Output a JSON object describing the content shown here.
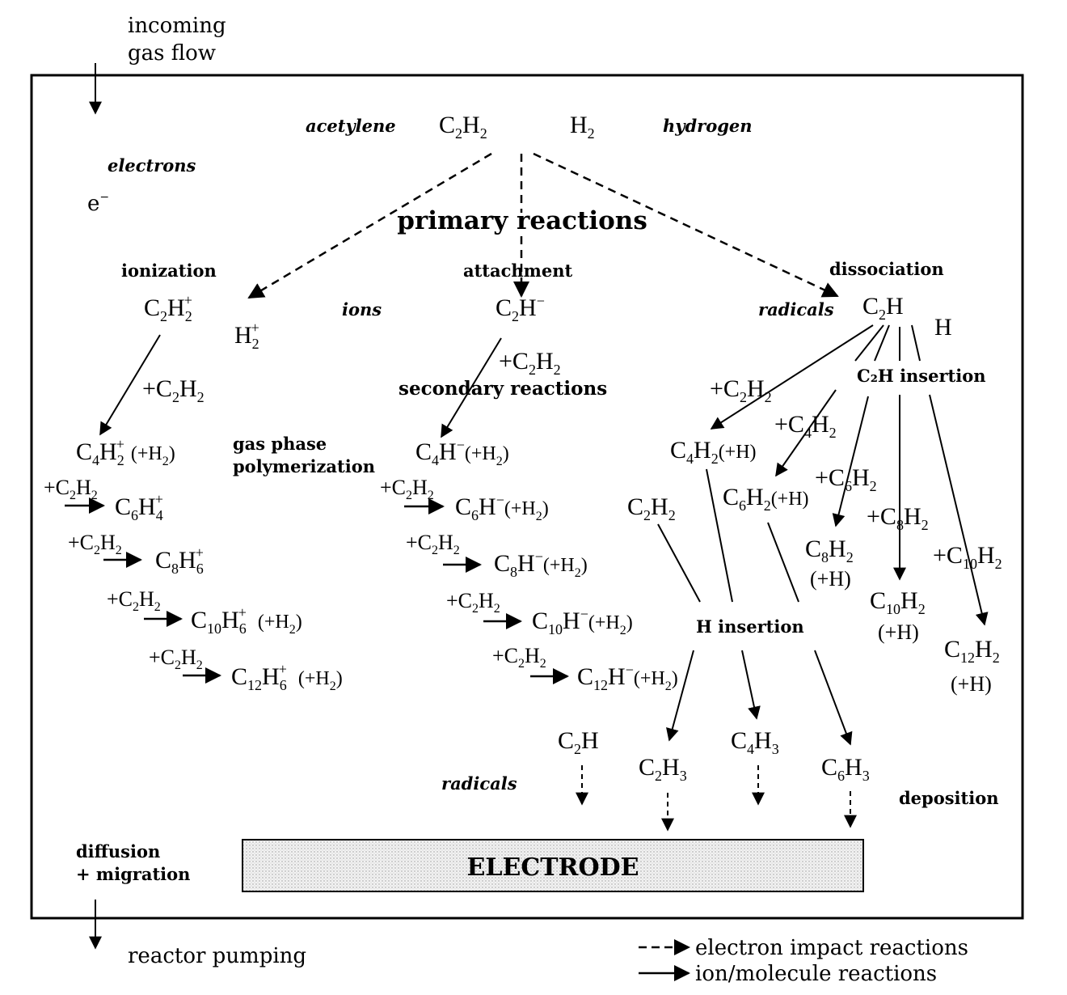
{
  "labels": {
    "incoming_1": "incoming",
    "incoming_2": "gas flow",
    "acetylene": "acetylene",
    "hydrogen": "hydrogen",
    "electrons": "electrons",
    "electron_symbol": "e",
    "electron_charge": "−",
    "primary_reactions": "primary reactions",
    "ionization": "ionization",
    "attachment": "attachment",
    "dissociation": "dissociation",
    "ions": "ions",
    "radicals_top": "radicals",
    "secondary_reactions": "secondary reactions",
    "gas_phase_1": "gas phase",
    "gas_phase_2": "polymerization",
    "c2h_insertion": "C₂H insertion",
    "h_insertion": "H insertion",
    "radicals_bottom": "radicals",
    "deposition": "deposition",
    "diffusion_1": "diffusion",
    "diffusion_2": "+ migration",
    "electrode": "ELECTRODE",
    "reactor_pumping": "reactor pumping"
  },
  "species": {
    "C": "C",
    "H": "H",
    "H2": "H",
    "plus": "+",
    "minus": "−",
    "plusH2": "(+H",
    "plusH": "(+H)",
    "close": ")",
    "sub2": "2",
    "sub3": "3",
    "sub4": "4",
    "sub6": "6",
    "sub8": "8",
    "sub10": "10",
    "sub12": "12"
  },
  "reagents": {
    "plus_C2H2": "+C",
    "plus_C4H2": "+C",
    "plus_C6H2": "+C",
    "plus_C8H2": "+C",
    "plus_C10H2": "+C"
  },
  "legend": {
    "electron_impact": "electron impact reactions",
    "ion_molecule": "ion/molecule reactions"
  }
}
